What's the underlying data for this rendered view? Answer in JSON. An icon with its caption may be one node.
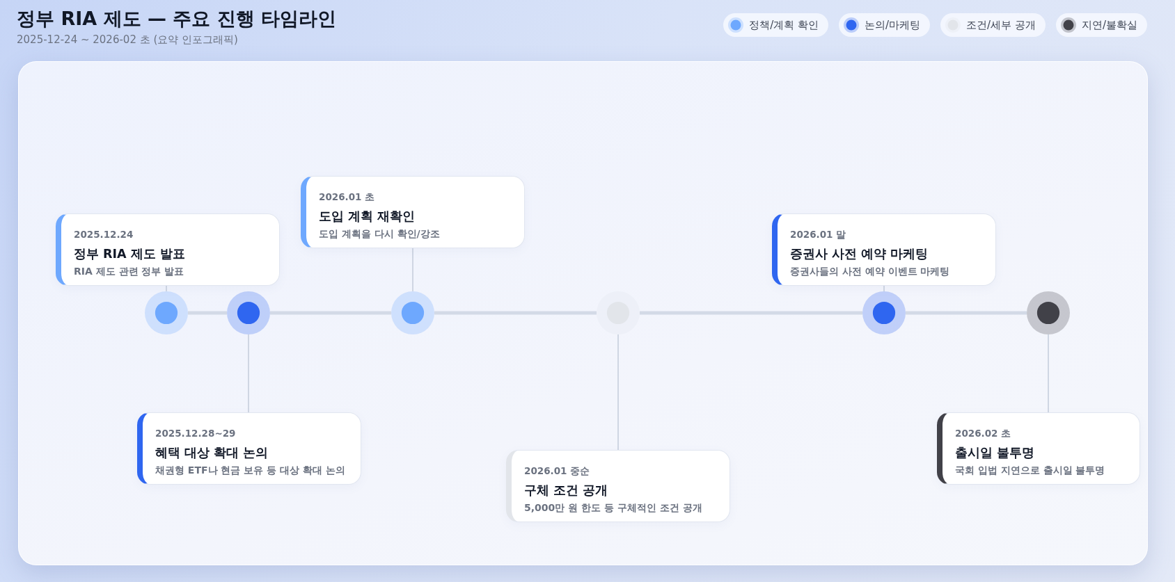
{
  "diagram": {
    "title": "정부 RIA 제도 — 주요 진행 타임라인",
    "nodes": [
      {
        "text": [
          "2025.12.24",
          "정부 RIA 제도 발표",
          "RIA 제도 관련 정부 발표"
        ]
      },
      {
        "text": [
          "2025.12.28~29",
          "혜택 대상 확대 논의",
          "채권형 ETF나 현금 보유 등 대상 확대 논의"
        ]
      },
      {
        "text": [
          "2026.01 초",
          "도입 계획 재확인",
          "도입 계획을 다시 확인/강조"
        ]
      },
      {
        "text": [
          "2026.01 중순",
          "구체 조건 공개",
          "5,000만 원 한도 등 구체적인 조건 공개"
        ]
      },
      {
        "text": [
          "2026.01 말",
          "증권사 사전 예약 마케팅",
          "증권사들의 사전 예약 이벤트 마케팅"
        ]
      },
      {
        "text": [
          "2026.02 초",
          "출시일 불투명",
          "국회 입법 지연으로 출시일 불투명"
        ]
      },
      {
        "text": [],
        "shape": "circle"
      },
      {
        "text": [],
        "shape": "circle"
      },
      {
        "text": [],
        "shape": "circle"
      },
      {
        "text": [],
        "shape": "circle"
      },
      {
        "text": [],
        "shape": "circle"
      },
      {
        "text": [],
        "shape": "circle"
      }
    ],
    "edges": [
      {
        "from": 0,
        "to": 6,
        "arrow": "none"
      },
      {
        "from": 1,
        "to": 7,
        "arrow": "none"
      },
      {
        "from": 2,
        "to": 8,
        "arrow": "none"
      },
      {
        "from": 3,
        "to": 9,
        "arrow": "none"
      },
      {
        "from": 4,
        "to": 10,
        "arrow": "none"
      },
      {
        "from": 5,
        "to": 11,
        "arrow": "none"
      },
      {
        "from": 6,
        "to": 7,
        "arrow": "none",
        "style": "thick"
      },
      {
        "from": 7,
        "to": 8,
        "arrow": "none",
        "style": "thick"
      },
      {
        "from": 8,
        "to": 9,
        "arrow": "none",
        "style": "thick"
      },
      {
        "from": 9,
        "to": 10,
        "arrow": "none",
        "style": "thick"
      },
      {
        "from": 10,
        "to": 11,
        "arrow": "none",
        "style": "thick"
      }
    ],
    "labels": [
      "2025-12-24 ~ 2026-02 초 (요약 인포그래픽)"
    ],
    "legend": [
      {
        "text": "정책/계획 확인",
        "color": "#6ea8fe"
      },
      {
        "text": "논의/마케팅",
        "color": "#2f66f0"
      },
      {
        "text": "조건/세부 공개",
        "color": "#e2e5ea"
      },
      {
        "text": "지연/불확실",
        "color": "#414148"
      }
    ]
  }
}
